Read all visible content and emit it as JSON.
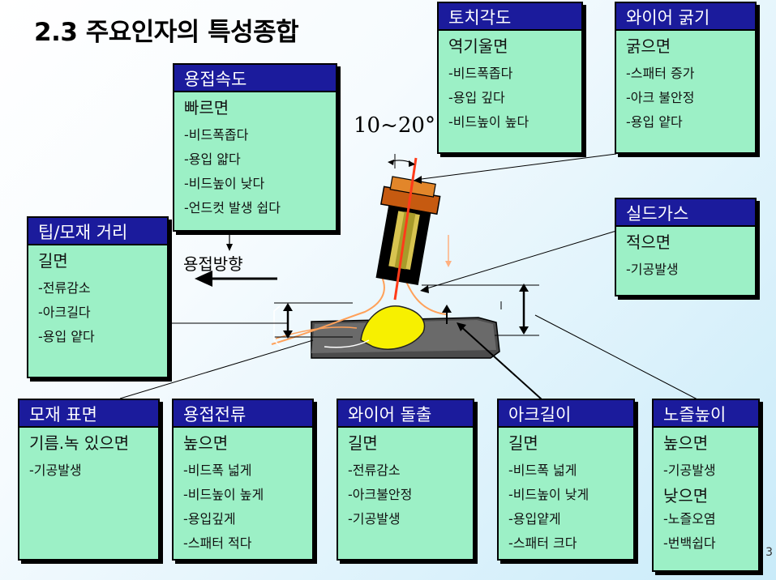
{
  "title": "2.3 주요인자의 특성종합",
  "angle_label": "10~20°",
  "direction_label": "용접방향",
  "page_number": "3",
  "boxes": {
    "torch_angle": {
      "header": "토치각도",
      "lead": "역기울면",
      "items": [
        "-비드폭좁다",
        "-용입 깊다",
        "-비드높이 높다"
      ]
    },
    "wire_thickness": {
      "header": "와이어 굵기",
      "lead": "굵으면",
      "items": [
        "-스패터 증가",
        "-아크 불안정",
        "-용입 얕다"
      ]
    },
    "weld_speed": {
      "header": "용접속도",
      "lead": "빠르면",
      "items": [
        "-비드폭좁다",
        "-용입 얇다",
        "-비드높이 낮다",
        "-언드컷 발생 쉽다"
      ]
    },
    "tip_distance": {
      "header": "팁/모재 거리",
      "lead": "길면",
      "items": [
        "-전류감소",
        "-아크길다",
        "-용입 얕다"
      ]
    },
    "shield_gas": {
      "header": "실드가스",
      "lead": "적으면",
      "items": [
        "-기공발생"
      ]
    },
    "base_surface": {
      "header": "모재 표면",
      "lead": "기름.녹 있으면",
      "items": [
        "-기공발생"
      ]
    },
    "weld_current": {
      "header": "용접전류",
      "lead": "높으면",
      "items": [
        "-비드폭 넓게",
        "-비드높이 높게",
        "-용입깊게",
        "-스패터 적다"
      ]
    },
    "wire_stickout": {
      "header": "와이어 돌출",
      "lead": "길면",
      "items": [
        "-전류감소",
        "-아크불안정",
        "-기공발생"
      ]
    },
    "arc_length": {
      "header": "아크길이",
      "lead": "길면",
      "items": [
        "-비드폭 넓게",
        "-비드높이 낮게",
        "-용입얕게",
        "-스패터 크다"
      ]
    },
    "nozzle_height": {
      "header": "노즐높이",
      "lead": "높으면",
      "items": [
        "-기공발생"
      ],
      "lead2": "낮으면",
      "items2": [
        "-노즐오염",
        "-번백쉽다"
      ]
    }
  }
}
